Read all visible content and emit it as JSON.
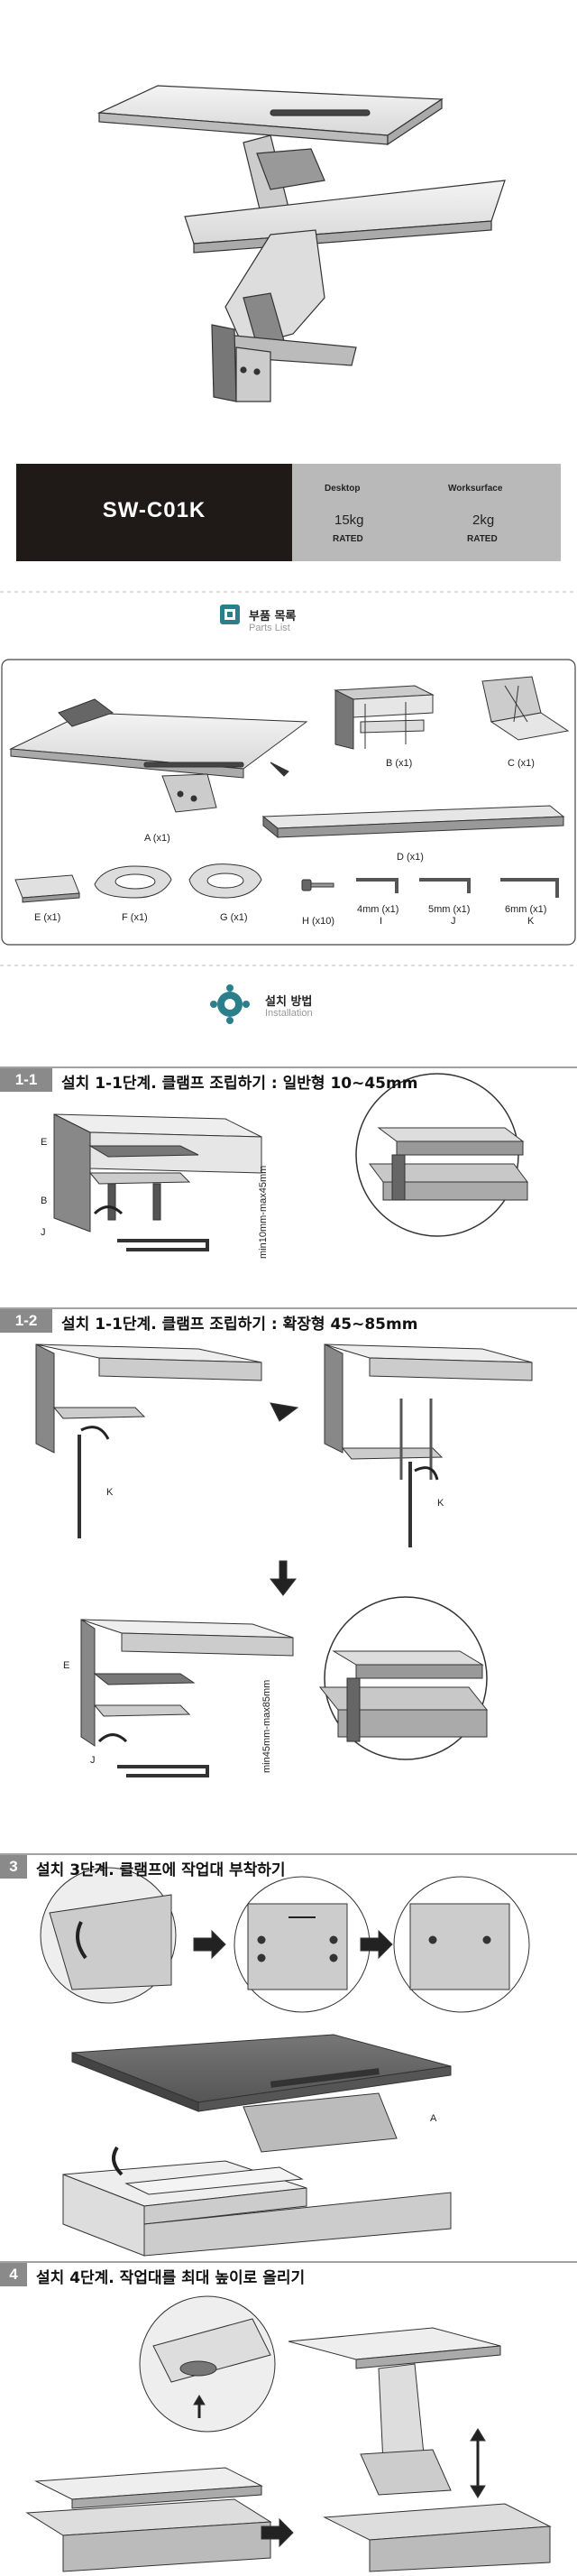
{
  "banner": {
    "model": "SW-C01K",
    "desktop": {
      "title": "Desktop",
      "value": "15kg",
      "rated": "RATED"
    },
    "worksurface": {
      "title": "Worksurface",
      "value": "2kg",
      "rated": "RATED"
    }
  },
  "parts_section": {
    "title": "부품 목록",
    "subtitle": "Parts List",
    "icon": "parts-list-icon"
  },
  "parts": {
    "A": "A (x1)",
    "B": "B (x1)",
    "C": "C (x1)",
    "D": "D (x1)",
    "E": "E (x1)",
    "F": "F (x1)",
    "G": "G (x1)",
    "H": "H (x10)",
    "I_size": "4mm (x1)",
    "I": "I",
    "J_size": "5mm (x1)",
    "J": "J",
    "K_size": "6mm (x1)",
    "K": "K"
  },
  "install_section": {
    "title": "설치 방법",
    "subtitle": "Installation",
    "icon": "gear-icon"
  },
  "steps": [
    {
      "num": "1-1",
      "title": "설치 1-1단계. 클램프 조립하기 : 일반형 10~45mm",
      "labels": {
        "E": "E",
        "B": "B",
        "J": "J",
        "range": "min10mm-max45mm"
      }
    },
    {
      "num": "1-2",
      "title": "설치 1-1단계. 클램프 조립하기 : 확장형 45~85mm",
      "labels": {
        "K1": "K",
        "K2": "K",
        "E": "E",
        "J": "J",
        "range": "min45mm-max85mm"
      }
    },
    {
      "num": "3",
      "title": "설치 3단계. 클램프에 작업대 부착하기",
      "labels": {
        "A": "A"
      }
    },
    {
      "num": "4",
      "title": "설치 4단계. 작업대를 최대 높이로 올리기"
    }
  ]
}
